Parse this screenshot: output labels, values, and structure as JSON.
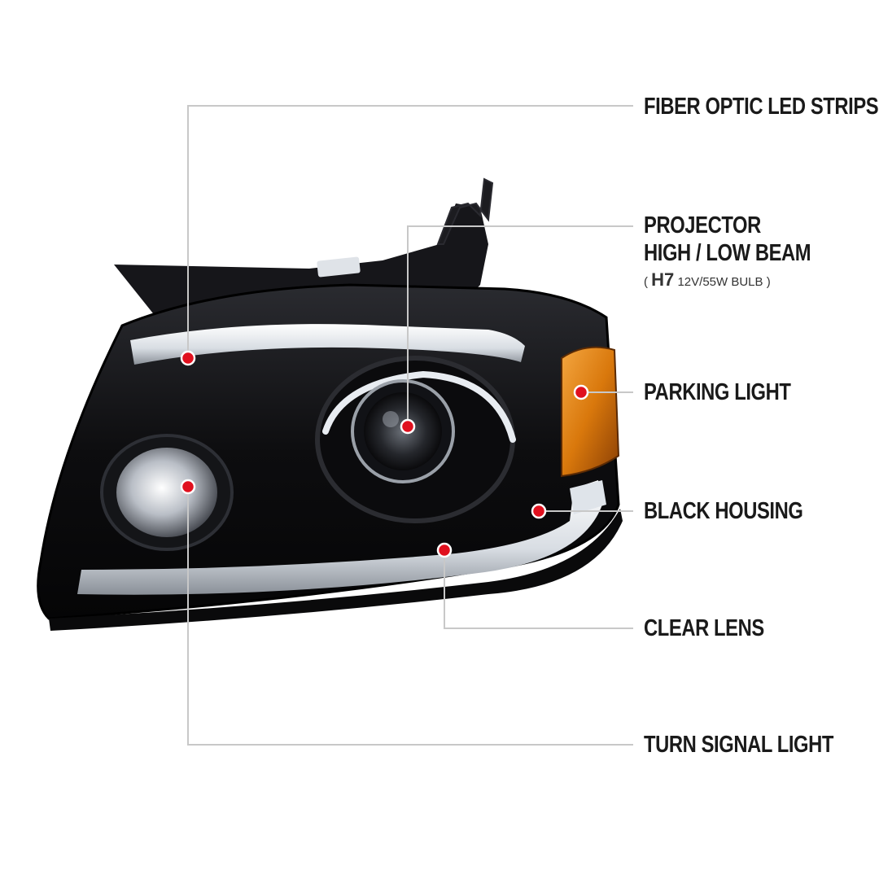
{
  "callouts": {
    "fiber_optic": "FIBER OPTIC LED STRIPS",
    "projector_line1": "PROJECTOR",
    "projector_line2": "HIGH / LOW BEAM",
    "projector_bulb_open": "(",
    "projector_bulb_type": "H7",
    "projector_bulb_spec": "12V/55W BULB",
    "projector_bulb_close": ")",
    "parking_light": "PARKING LIGHT",
    "black_housing": "BLACK HOUSING",
    "clear_lens": "CLEAR LENS",
    "turn_signal": "TURN SIGNAL LIGHT"
  },
  "colors": {
    "leader_line": "#c8c8c8",
    "marker_fill": "#e0101e",
    "marker_ring": "#ffffff",
    "housing": "#0d0d0f",
    "amber": "#d9780c",
    "led_strip": "#e9ecf0"
  }
}
